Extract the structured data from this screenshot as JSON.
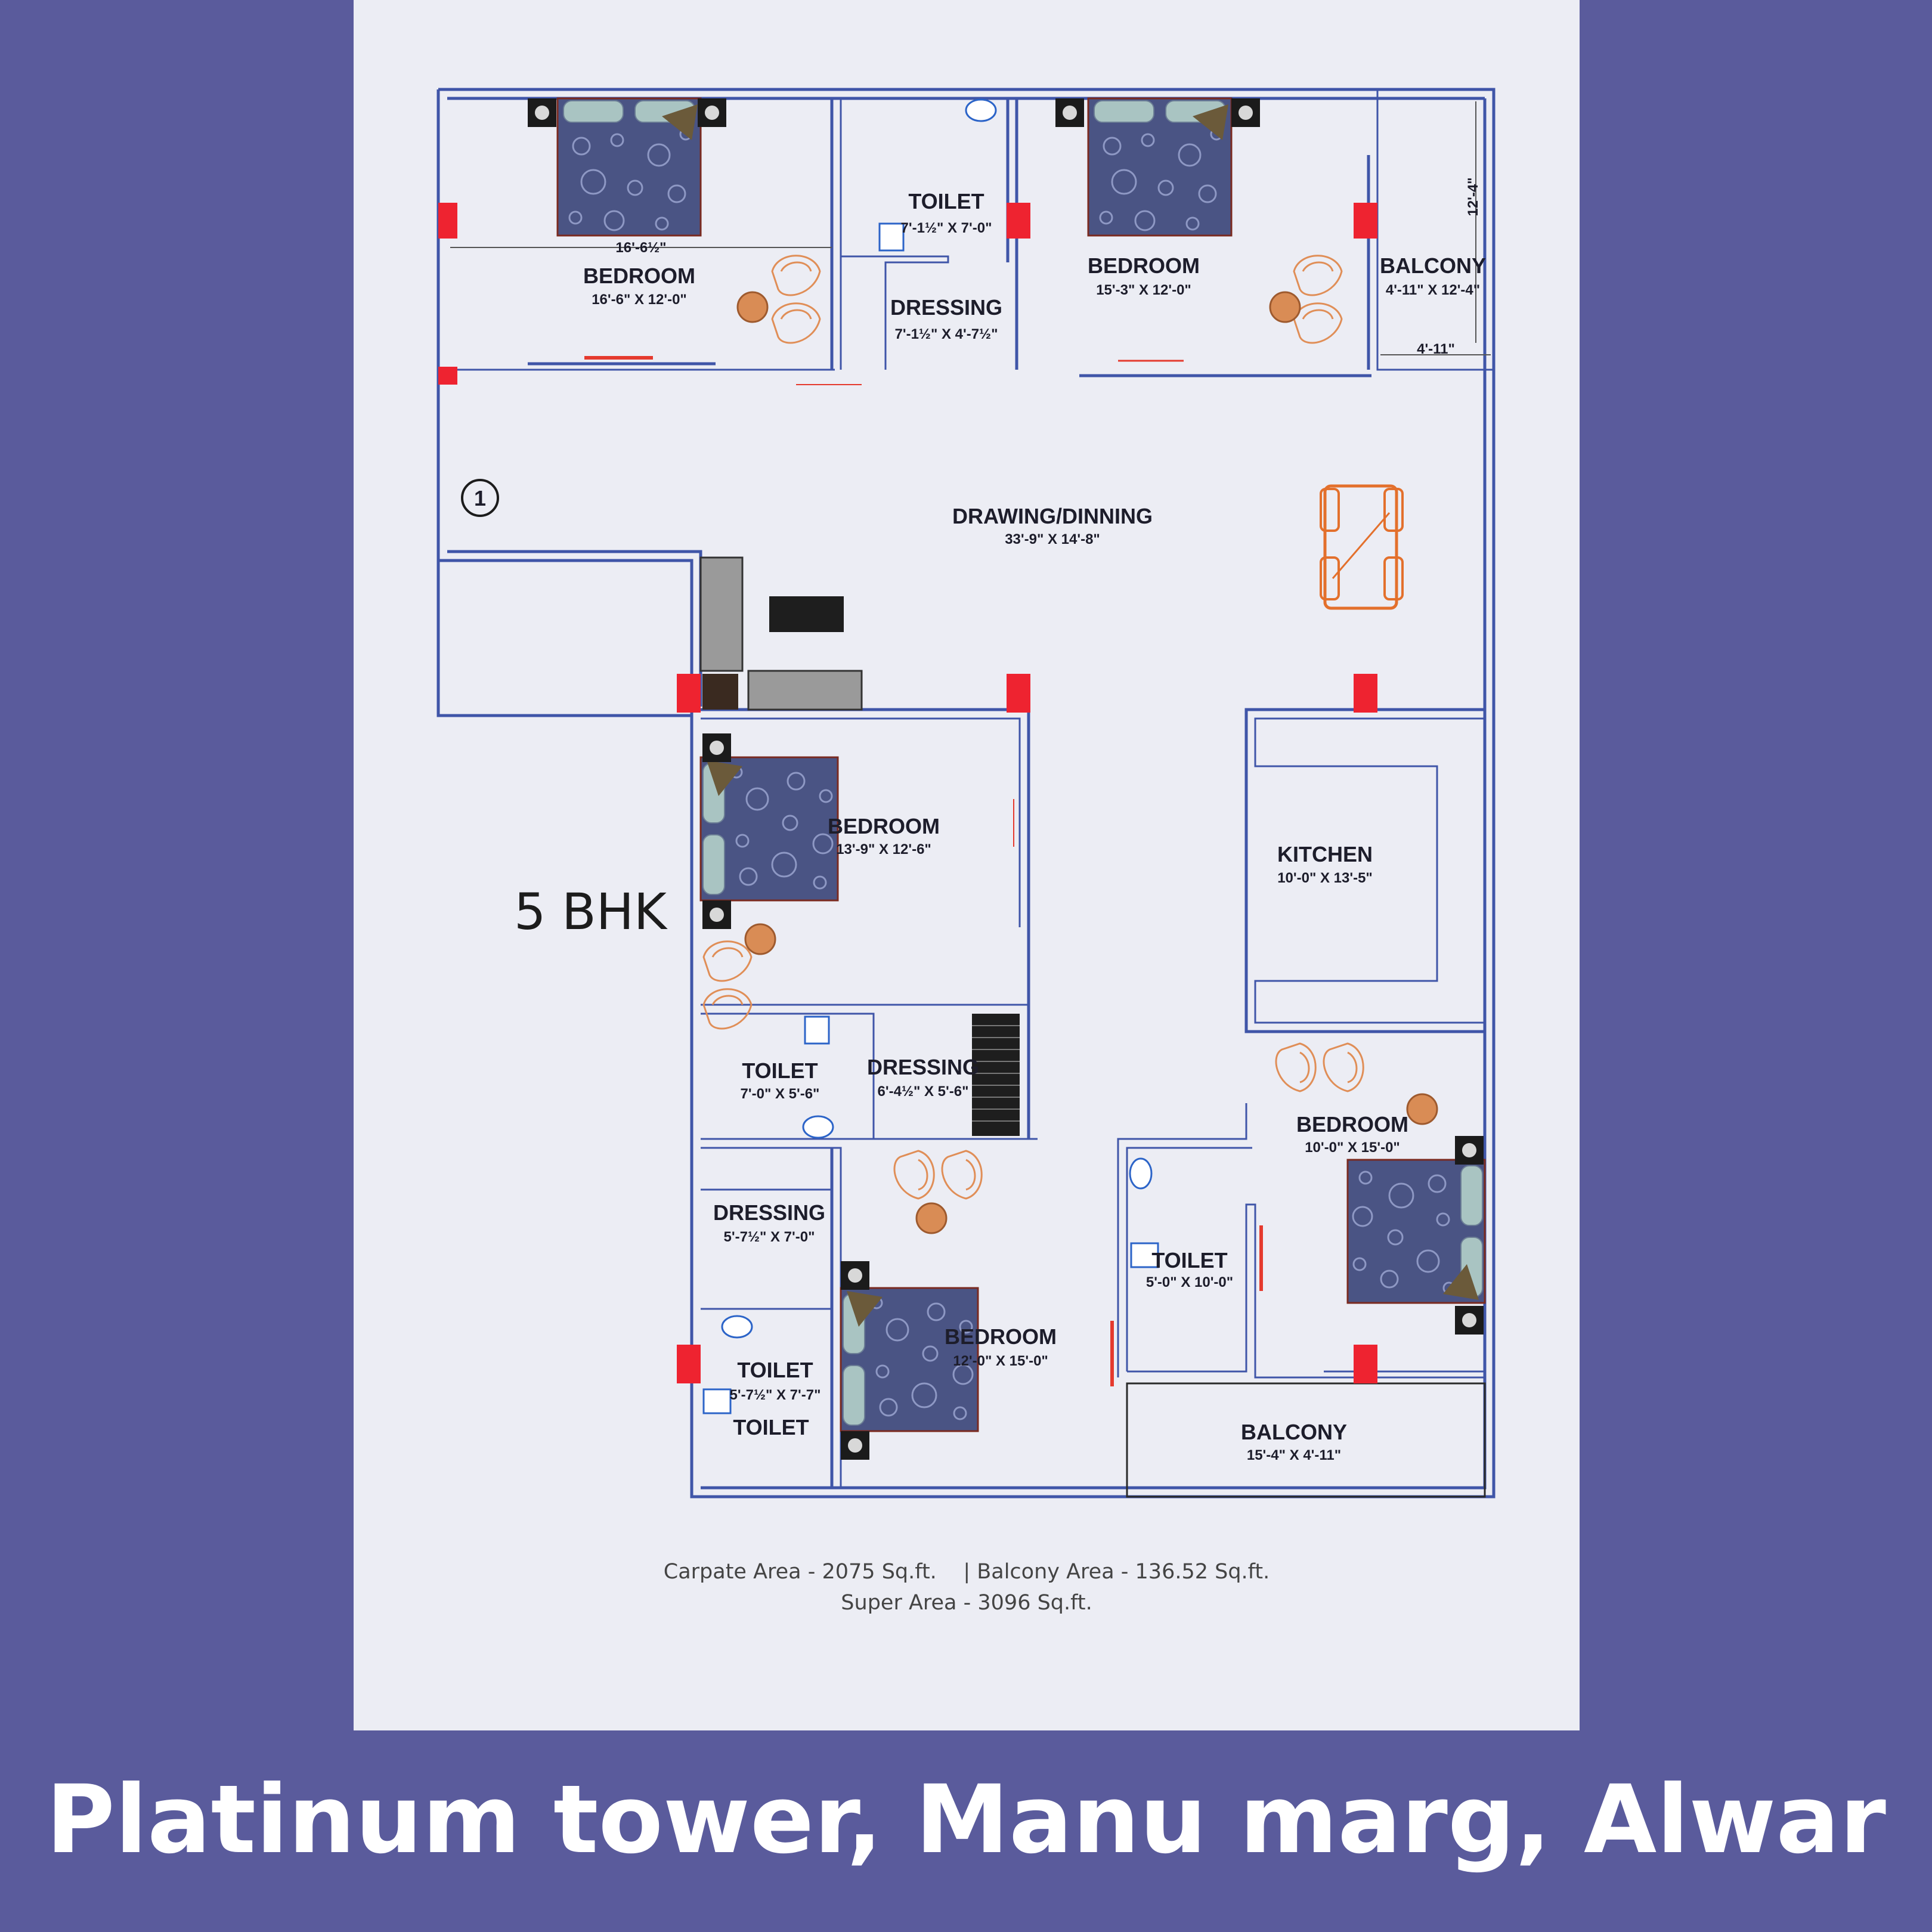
{
  "title": "Platinum tower, Manu marg, Alwar",
  "plan_type": "5 BHK",
  "unit_marker": "1",
  "areas": {
    "carpet": "Carpate Area - 2075 Sq.ft.",
    "balcony": "| Balcony Area - 136.52 Sq.ft.",
    "super": "Super Area - 3096 Sq.ft."
  },
  "rooms": {
    "bedroom1": {
      "name": "BEDROOM",
      "dims": "16'-6\" X 12'-0\""
    },
    "toilet1": {
      "name": "TOILET",
      "dims": "7'-1½\" X 7'-0\""
    },
    "dressing1": {
      "name": "DRESSING",
      "dims": "7'-1½\" X 4'-7½\""
    },
    "bedroom2": {
      "name": "BEDROOM",
      "dims": "15'-3\" X 12'-0\""
    },
    "balcony1": {
      "name": "BALCONY",
      "dims": "4'-11\" X 12'-4\""
    },
    "drawing": {
      "name": "DRAWING/DINNING",
      "dims": "33'-9\" X 14'-8\""
    },
    "bedroom3": {
      "name": "BEDROOM",
      "dims": "13'-9\" X 12'-6\""
    },
    "kitchen": {
      "name": "KITCHEN",
      "dims": "10'-0\" X 13'-5\""
    },
    "toilet2": {
      "name": "TOILET",
      "dims": "7'-0\" X 5'-6\""
    },
    "dressing2": {
      "name": "DRESSING",
      "dims": "6'-4½\" X 5'-6\""
    },
    "bedroom4": {
      "name": "BEDROOM",
      "dims": "10'-0\" X 15'-0\""
    },
    "dressing3": {
      "name": "DRESSING",
      "dims": "5'-7½\" X 7'-0\""
    },
    "toilet3": {
      "name": "TOILET",
      "dims": "5'-0\" X 10'-0\""
    },
    "bedroom5": {
      "name": "BEDROOM",
      "dims": "12'-0\" X 15'-0\""
    },
    "toilet4": {
      "name": "TOILET",
      "dims": "5'-7½\" X 7'-7\""
    },
    "toilet4_label2": "TOILET",
    "balcony2": {
      "name": "BALCONY",
      "dims": "15'-4\" X 4'-11\""
    }
  },
  "dimension_marks": {
    "bedroom1_width": "16'-6½\"",
    "balcony_height": "12'-4\"",
    "balcony_width": "4'-11\""
  },
  "colors": {
    "background": "#5a5b9c",
    "sheet": "#ecedf4",
    "walls": "#3f55a8",
    "columns": "#ee2330",
    "furniture_accent": "#e08e57"
  }
}
